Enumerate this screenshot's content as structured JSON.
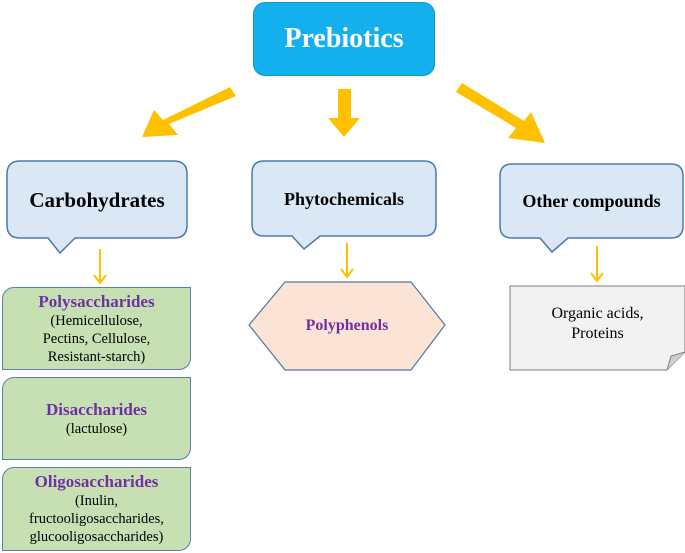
{
  "root": {
    "label": "Prebiotics"
  },
  "categories": [
    {
      "label": "Carbohydrates"
    },
    {
      "label": "Phytochemicals"
    },
    {
      "label": "Other compounds"
    }
  ],
  "carbohydrates": {
    "polysaccharides": {
      "title": "Polysaccharides",
      "lines": [
        "(Hemicellulose,",
        "Pectins, Cellulose,",
        "Resistant-starch)"
      ]
    },
    "disaccharides": {
      "title": "Disaccharides",
      "lines": [
        "(lactulose)"
      ]
    },
    "oligosaccharides": {
      "title": "Oligosaccharides",
      "lines": [
        "(Inulin,",
        "fructooligosaccharides,",
        "glucooligosaccharides)"
      ]
    }
  },
  "phytochemicals": {
    "item": "Polyphenols"
  },
  "other": {
    "lines": [
      "Organic acids,",
      "Proteins"
    ]
  },
  "colors": {
    "root_fill": "#14b0ee",
    "callout_fill": "#dae7f5",
    "callout_stroke": "#4f78a8",
    "arrow": "#ffc000",
    "green_fill": "#c6e0b4",
    "hex_fill": "#fbe4d5",
    "purple_text": "#7030a0",
    "note_fill": "#f2f2f2"
  }
}
